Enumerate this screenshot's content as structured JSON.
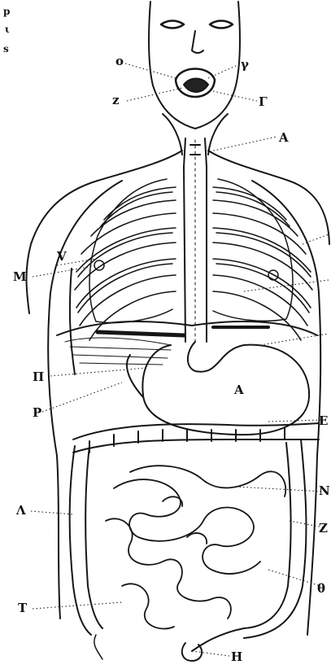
{
  "corner_text": [
    "p",
    "ι",
    "s"
  ],
  "labels": {
    "o": "o",
    "gamma_top": "γ",
    "z": "z",
    "gamma": "Γ",
    "alpha": "A",
    "m": "M",
    "v": "V",
    "pi": "Π",
    "p": "P",
    "alpha_stomach": "A",
    "e": "E",
    "lambda": "Λ",
    "n": "N",
    "z_right": "Z",
    "theta": "θ",
    "t": "T",
    "h": "H"
  }
}
